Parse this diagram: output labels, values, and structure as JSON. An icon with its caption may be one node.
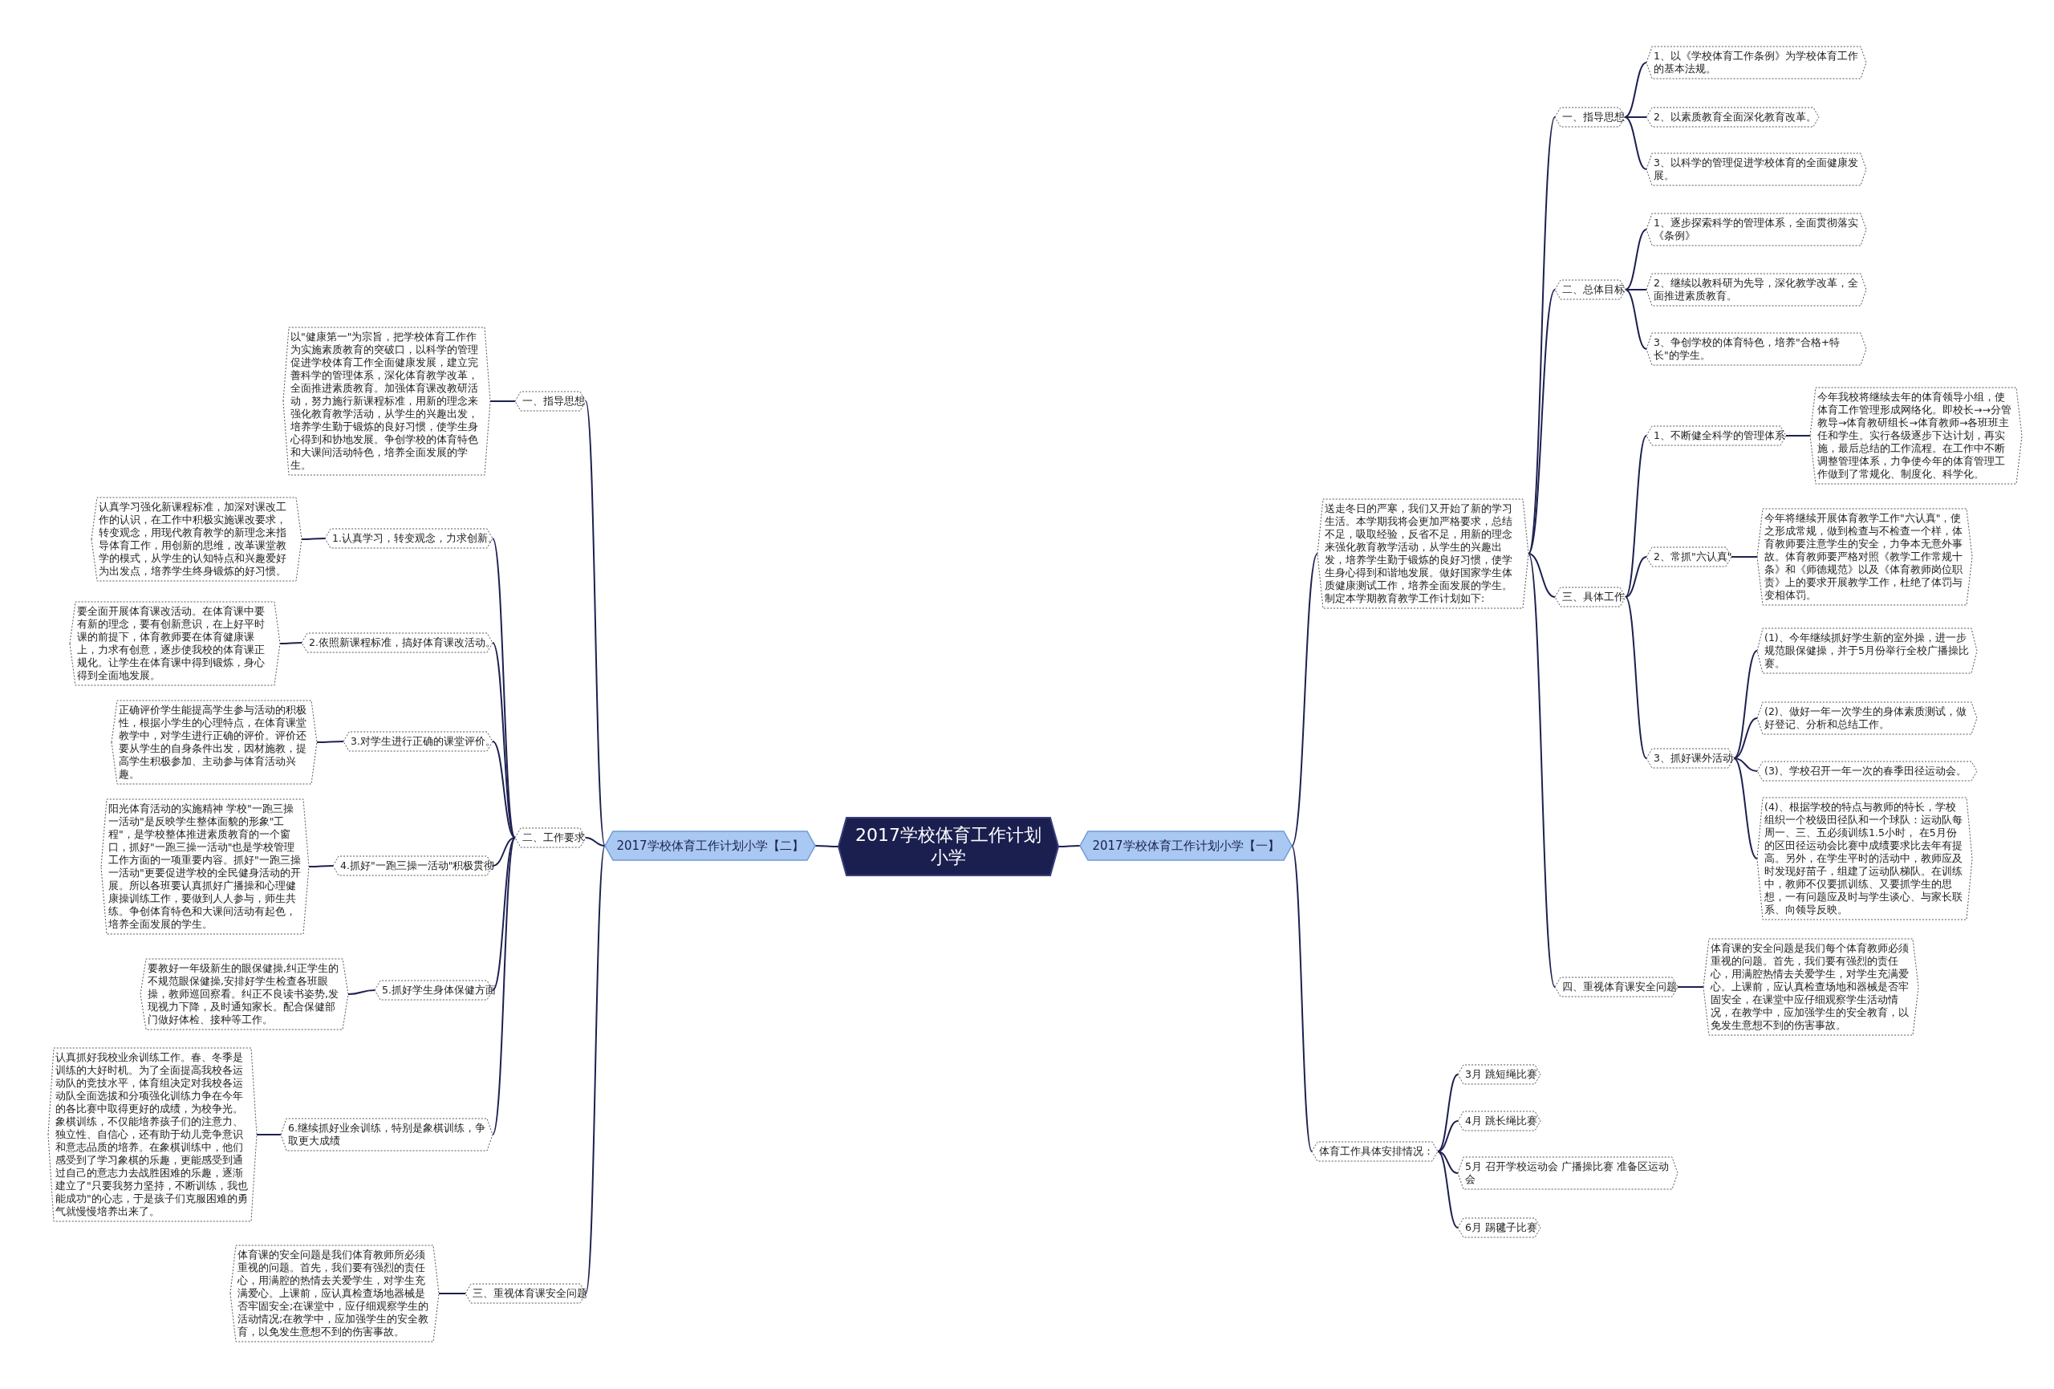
{
  "diagram": {
    "nodes": [
      {
        "text": [
          "2017学校体育工作计划小学"
        ]
      },
      {
        "text": [
          "2017学校体育工作计划小学【二】"
        ]
      },
      {
        "text": [
          "一、指导思想"
        ]
      },
      {
        "text": [
          "以\"健康第一\"为宗旨，把学校体育工作作为实施素质教育的突破口，以科学的管理促进学校体育工作全面健康发展，建立完善科学的管理体系，深化体育教学改革，全面推进素质教育。加强体育课改教研活动，努力施行新课程标准，用新的理念来强化教育教学活动，从学生的兴趣出发，培养学生勤于锻炼的良好习惯，使学生身心得到和协地发展。争创学校的体育特色和大课间活动特色，培养全面发展的学生。"
        ]
      },
      {
        "text": [
          "二、工作要求"
        ]
      },
      {
        "text": [
          "1.认真学习，转变观念，力求创新。"
        ]
      },
      {
        "text": [
          "认真学习强化新课程标准，加深对课改工作的认识，在工作中积极实施课改要求，转变观念，用现代教育教学的新理念来指导体育工作，用创新的思维，改革课堂教学的模式，从学生的认知特点和兴趣爱好为出发点，培养学生终身锻炼的好习惯。"
        ]
      },
      {
        "text": [
          "2.依照新课程标准，搞好体育课改活动。"
        ]
      },
      {
        "text": [
          "要全面开展体育课改活动。在体育课中要有新的理念，要有创新意识，在上好平时课的前提下，体育教师要在体育健康课上，力求有创意，逐步使我校的体育课正规化。让学生在体育课中得到锻炼，身心得到全面地发展。"
        ]
      },
      {
        "text": [
          "3.对学生进行正确的课堂评价。"
        ]
      },
      {
        "text": [
          "正确评价学生能提高学生参与活动的积极性，根据小学生的心理特点，在体育课堂教学中，对学生进行正确的评价。评价还要从学生的自身条件出发，因材施教，提高学生积极参加、主动参与体育活动兴趣。"
        ]
      },
      {
        "text": [
          "4.抓好\"一跑三操一活动\"积极贯彻"
        ]
      },
      {
        "text": [
          "阳光体育活动的实施精神 学校\"一跑三操一活动\"是反映学生整体面貌的形象\"工程\"，是学校整体推进素质教育的一个窗口，抓好\"一跑三操一活动\"也是学校管理工作方面的一项重要内容。抓好\"一跑三操一活动\"更要促进学校的全民健身活动的开展。所以各班要认真抓好广播操和心理健康操训练工作，要做到人人参与，师生共练。争创体育特色和大课间活动有起色，培养全面发展的学生。"
        ]
      },
      {
        "text": [
          "5.抓好学生身体保健方面"
        ]
      },
      {
        "text": [
          "要教好一年级新生的眼保健操,纠正学生的不规范眼保健操,安排好学生检查各班眼操，教师巡回察看。纠正不良读书姿势,发现视力下降，及时通知家长。配合保健部门做好体检、接种等工作。"
        ]
      },
      {
        "text": [
          "6.继续抓好业余训练，特别是象棋训练，争取更大成绩"
        ]
      },
      {
        "text": [
          "认真抓好我校业余训练工作。春、冬季是训练的大好时机。为了全面提高我校各运动队的竞技水平，体育组决定对我校各运动队全面选拔和分项强化训练力争在今年的各比赛中取得更好的成绩，为校争光。象棋训练，不仅能培养孩子们的注意力、独立性、自信心，还有助于幼儿竞争意识和意志品质的培养。在象棋训练中，他们感受到了学习象棋的乐趣，更能感受到通过自己的意志力去战胜困难的乐趣，逐渐建立了\"只要我努力坚持，不断训练，我也能成功\"的心志，于是孩子们克服困难的勇气就慢慢培养出来了。"
        ]
      },
      {
        "text": [
          "三、重视体育课安全问题"
        ]
      },
      {
        "text": [
          "体育课的安全问题是我们体育教师所必须重视的问题。首先，我们要有强烈的责任心，用满腔的热情去关爱学生，对学生充满爱心。上课前，应认真检查场地器械是否牢固安全;在课堂中，应仔细观察学生的活动情况;在教学中，应加强学生的安全教育，以免发生意想不到的伤害事故。"
        ]
      },
      {
        "text": [
          "2017学校体育工作计划小学【一】"
        ]
      },
      {
        "text": [
          "送走冬日的严寒，我们又开始了新的学习生活。本学期我将会更加严格要求，总结不足，吸取经验，反省不足，用新的理念来强化教育教学活动，从学生的兴趣出发，培养学生勤于锻炼的良好习惯，使学生身心得到和谐地发展。做好国家学生体质健康测试工作，培养全面发展的学生。制定本学期教育教学工作计划如下:"
        ]
      },
      {
        "text": [
          "一、指导思想"
        ]
      },
      {
        "text": [
          "1、以《学校体育工作条例》为学校体育工作的基本法规。"
        ]
      },
      {
        "text": [
          "2、以素质教育全面深化教育改革。"
        ]
      },
      {
        "text": [
          "3、以科学的管理促进学校体育的全面健康发展。"
        ]
      },
      {
        "text": [
          "二、总体目标"
        ]
      },
      {
        "text": [
          "1、逐步探索科学的管理体系，全面贯彻落实《条例》"
        ]
      },
      {
        "text": [
          "2、继续以教科研为先导，深化教学改革，全面推进素质教育。"
        ]
      },
      {
        "text": [
          "3、争创学校的体育特色，培养\"合格+特长\"的学生。"
        ]
      },
      {
        "text": [
          "三、具体工作"
        ]
      },
      {
        "text": [
          "1、不断健全科学的管理体系"
        ]
      },
      {
        "text": [
          "今年我校将继续去年的体育领导小组，使体育工作管理形成网络化。即校长→→分管教导→体育教研组长→体育教师→各班班主任和学生。实行各级逐步下达计划，再实施，最后总结的工作流程。在工作中不断调整管理体系，力争使今年的体育管理工作做到了常规化、制度化、科学化。"
        ]
      },
      {
        "text": [
          "2、常抓\"六认真\""
        ]
      },
      {
        "text": [
          "今年将继续开展体育教学工作\"六认真\"，使之形成常规，做到检查与不检查一个样，体育教师要注意学生的安全，力争本无意外事故。体育教师要严格对照《教学工作常规十条》和《师德规范》以及《体育教师岗位职责》上的要求开展教学工作，杜绝了体罚与变相体罚。"
        ]
      },
      {
        "text": [
          "3、抓好课外活动"
        ]
      },
      {
        "text": [
          "(1)、今年继续抓好学生新的室外操，进一步规范眼保健操，并于5月份举行全校广播操比赛。"
        ]
      },
      {
        "text": [
          "(2)、做好一年一次学生的身体素质测试，做好登记、分析和总结工作。"
        ]
      },
      {
        "text": [
          "(3)、学校召开一年一次的春季田径运动会。"
        ]
      },
      {
        "text": [
          "(4)、根据学校的特点与教师的特长，学校组织一个校级田径队和一个球队：运动队每周一、三、五必须训练1.5小时， 在5月份的区田径运动会比赛中成绩要求比去年有提高。另外，在学生平时的活动中，教师应及时发现好苗子，组建了运动队梯队。在训练中，教师不仅要抓训练、又要抓学生的思想，一有问题应及时与学生谈心、与家长联系、向领导反映。"
        ]
      },
      {
        "text": [
          "四、重视体育课安全问题"
        ]
      },
      {
        "text": [
          "体育课的安全问题是我们每个体育教师必须重视的问题。首先，我们要有强烈的责任心，用满腔热情去关爱学生，对学生充满爱心。上课前，应认真检查场地和器械是否牢固安全，在课堂中应仔细观察学生活动情况，在教学中，应加强学生的安全教育，以免发生意想不到的伤害事故。"
        ]
      },
      {
        "text": [
          "体育工作具体安排情况："
        ]
      },
      {
        "text": [
          "3月 跳短绳比赛"
        ]
      },
      {
        "text": [
          "4月 跳长绳比赛"
        ]
      },
      {
        "text": [
          "5月 召开学校运动会 广播操比赛 准备区运动会"
        ]
      },
      {
        "text": [
          "6月 踢毽子比赛"
        ]
      }
    ],
    "edges": [
      {
        "from": 0,
        "to": 1,
        "arrow": "none"
      },
      {
        "from": 1,
        "to": 2,
        "arrow": "none"
      },
      {
        "from": 2,
        "to": 3,
        "arrow": "none"
      },
      {
        "from": 1,
        "to": 4,
        "arrow": "none"
      },
      {
        "from": 4,
        "to": 5,
        "arrow": "none"
      },
      {
        "from": 5,
        "to": 6,
        "arrow": "none"
      },
      {
        "from": 4,
        "to": 7,
        "arrow": "none"
      },
      {
        "from": 7,
        "to": 8,
        "arrow": "none"
      },
      {
        "from": 4,
        "to": 9,
        "arrow": "none"
      },
      {
        "from": 9,
        "to": 10,
        "arrow": "none"
      },
      {
        "from": 4,
        "to": 11,
        "arrow": "none"
      },
      {
        "from": 11,
        "to": 12,
        "arrow": "none"
      },
      {
        "from": 4,
        "to": 13,
        "arrow": "none"
      },
      {
        "from": 13,
        "to": 14,
        "arrow": "none"
      },
      {
        "from": 4,
        "to": 15,
        "arrow": "none"
      },
      {
        "from": 15,
        "to": 16,
        "arrow": "none"
      },
      {
        "from": 1,
        "to": 17,
        "arrow": "none"
      },
      {
        "from": 17,
        "to": 18,
        "arrow": "none"
      },
      {
        "from": 0,
        "to": 19,
        "arrow": "none"
      },
      {
        "from": 19,
        "to": 20,
        "arrow": "none"
      },
      {
        "from": 20,
        "to": 21,
        "arrow": "none"
      },
      {
        "from": 21,
        "to": 22,
        "arrow": "none"
      },
      {
        "from": 21,
        "to": 23,
        "arrow": "none"
      },
      {
        "from": 21,
        "to": 24,
        "arrow": "none"
      },
      {
        "from": 20,
        "to": 25,
        "arrow": "none"
      },
      {
        "from": 25,
        "to": 26,
        "arrow": "none"
      },
      {
        "from": 25,
        "to": 27,
        "arrow": "none"
      },
      {
        "from": 25,
        "to": 28,
        "arrow": "none"
      },
      {
        "from": 20,
        "to": 29,
        "arrow": "none"
      },
      {
        "from": 29,
        "to": 30,
        "arrow": "none"
      },
      {
        "from": 30,
        "to": 31,
        "arrow": "none"
      },
      {
        "from": 29,
        "to": 32,
        "arrow": "none"
      },
      {
        "from": 32,
        "to": 33,
        "arrow": "none"
      },
      {
        "from": 29,
        "to": 34,
        "arrow": "none"
      },
      {
        "from": 34,
        "to": 35,
        "arrow": "none"
      },
      {
        "from": 34,
        "to": 36,
        "arrow": "none"
      },
      {
        "from": 34,
        "to": 37,
        "arrow": "none"
      },
      {
        "from": 34,
        "to": 38,
        "arrow": "none"
      },
      {
        "from": 20,
        "to": 39,
        "arrow": "none"
      },
      {
        "from": 39,
        "to": 40,
        "arrow": "none"
      },
      {
        "from": 19,
        "to": 41,
        "arrow": "none"
      },
      {
        "from": 41,
        "to": 42,
        "arrow": "none"
      },
      {
        "from": 41,
        "to": 43,
        "arrow": "none"
      },
      {
        "from": 41,
        "to": 44,
        "arrow": "none"
      },
      {
        "from": 41,
        "to": 45,
        "arrow": "none"
      }
    ]
  }
}
